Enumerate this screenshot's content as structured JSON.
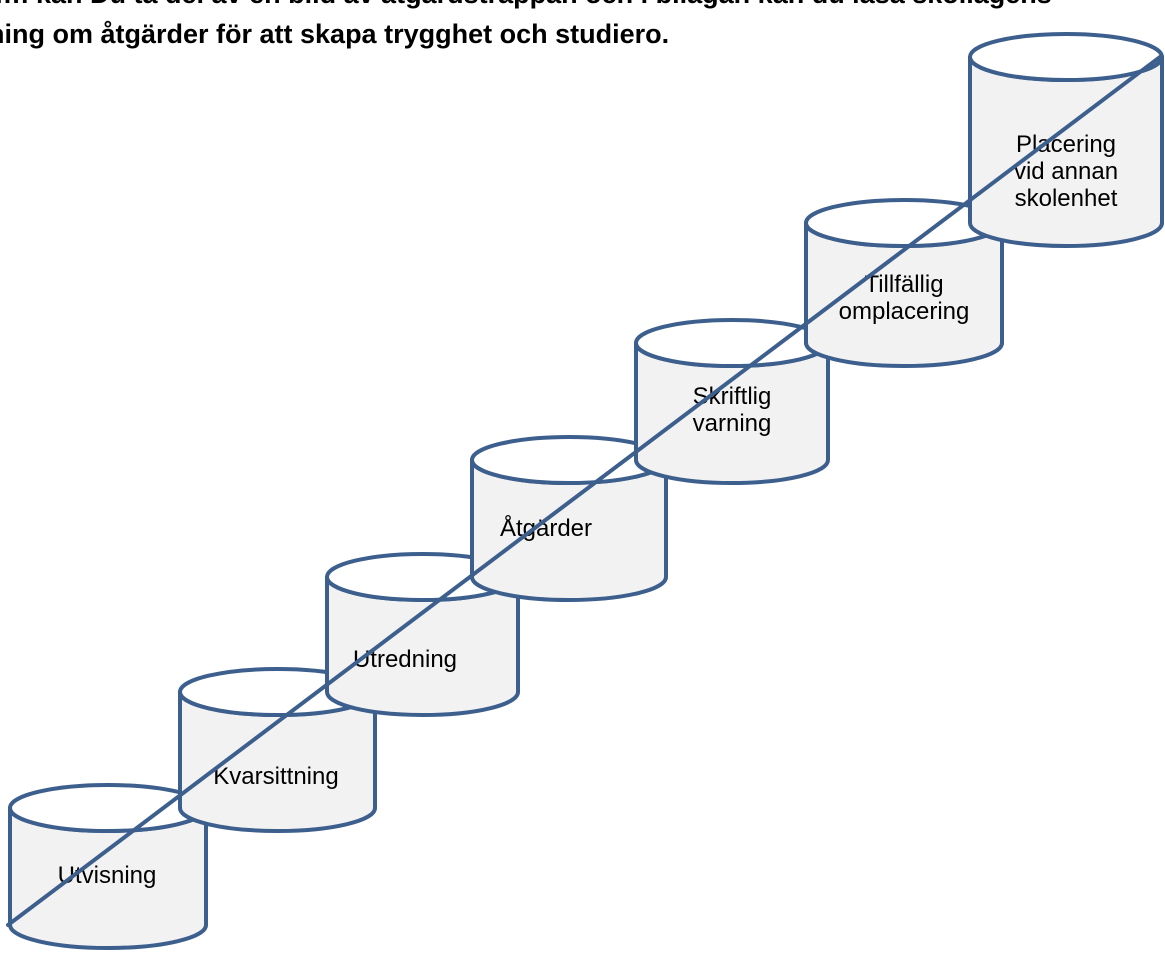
{
  "intro": {
    "line1": "…i kan Du ta del av en bild av åtgärdstrappan och i bilagan kan du läsa skollagens",
    "line2": "ning om åtgärder för att skapa trygghet och studiero."
  },
  "colors": {
    "stroke": "#3d5f8d",
    "fill": "#f2f2f2",
    "text": "#000000"
  },
  "steps": [
    {
      "lines": [
        "Utvisning"
      ]
    },
    {
      "lines": [
        "Kvarsittning"
      ]
    },
    {
      "lines": [
        "Utredning"
      ]
    },
    {
      "lines": [
        "Åtgärder"
      ]
    },
    {
      "lines": [
        "Skriftlig",
        "varning"
      ]
    },
    {
      "lines": [
        "Tillfällig",
        "omplacering"
      ]
    },
    {
      "lines": [
        "Placering",
        "vid annan",
        "skolenhet"
      ]
    }
  ]
}
